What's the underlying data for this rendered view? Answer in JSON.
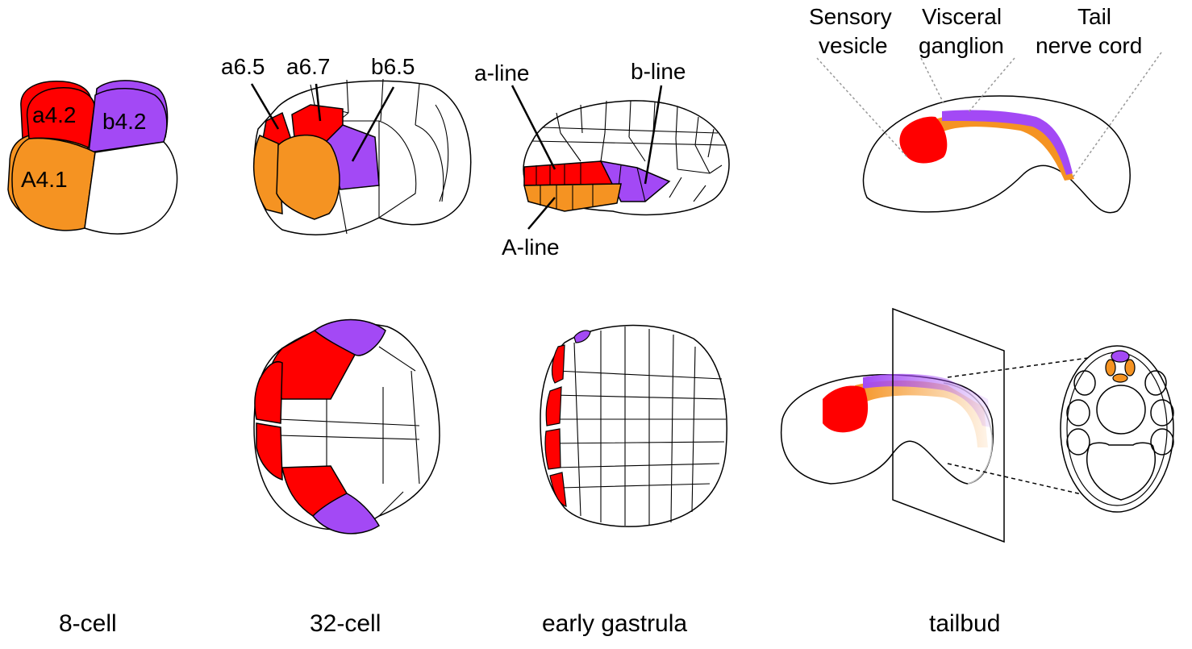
{
  "colors": {
    "a_line": "#ff0000",
    "b_line": "#a349f5",
    "A_line": "#f59322",
    "outline": "#000000",
    "guide": "#999999"
  },
  "eight_cell": {
    "caption": "8-cell",
    "labels": {
      "a42": "a4.2",
      "b42": "b4.2",
      "A41": "A4.1"
    }
  },
  "thirtytwo_cell": {
    "caption": "32-cell",
    "labels": {
      "a65": "a6.5",
      "a67": "a6.7",
      "b65": "b6.5"
    }
  },
  "early_gastrula": {
    "caption": "early gastrula",
    "labels": {
      "a_line": "a-line",
      "b_line": "b-line",
      "A_line": "A-line"
    }
  },
  "tailbud": {
    "caption": "tailbud",
    "labels": {
      "sensory_1": "Sensory",
      "sensory_2": "vesicle",
      "visceral_1": "Visceral",
      "visceral_2": "ganglion",
      "tail_1": "Tail",
      "tail_2": "nerve cord"
    }
  }
}
